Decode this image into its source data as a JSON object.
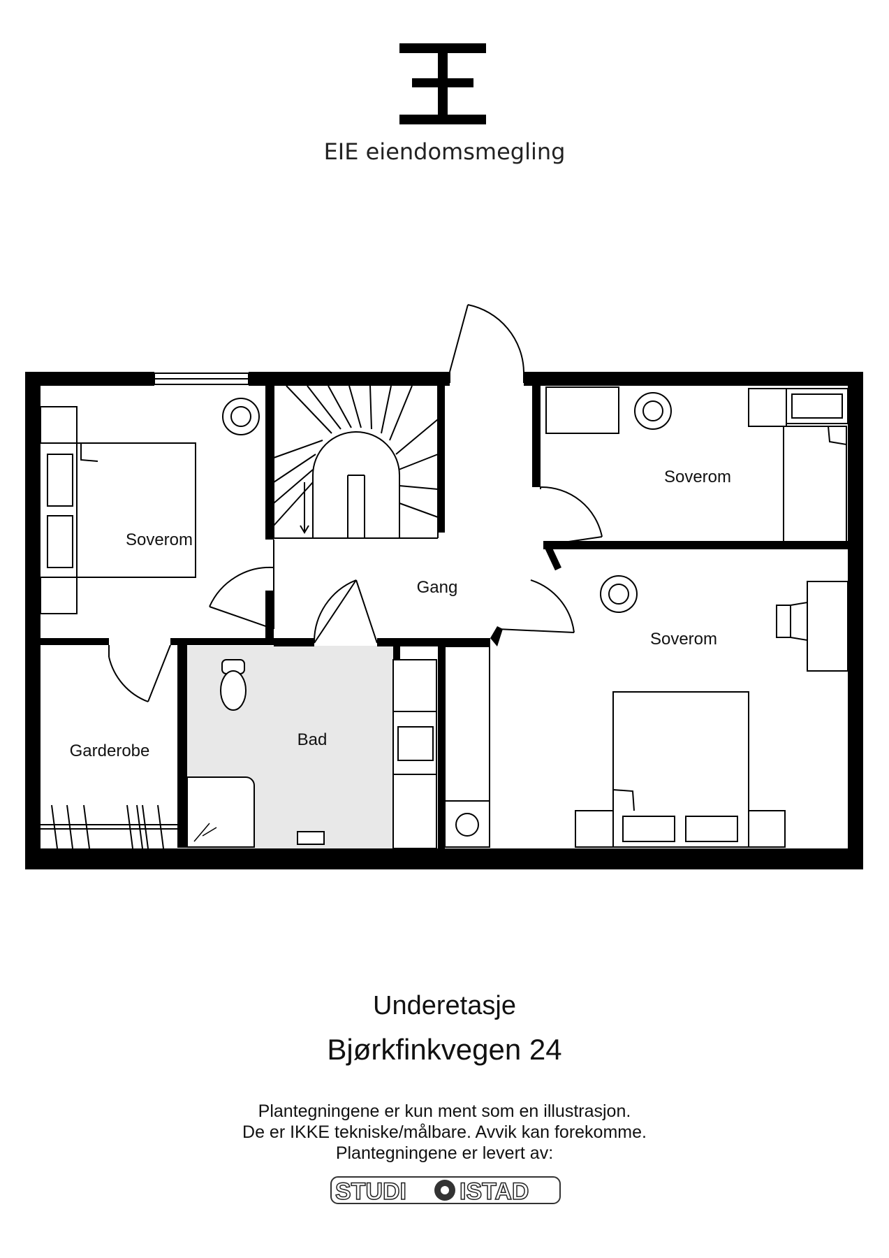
{
  "header": {
    "brand_name": "EIE eiendomsmegling",
    "logo_icon": "eie-logo-mark"
  },
  "rooms": {
    "bedroom_top_left": "Soverom",
    "bedroom_top_right": "Soverom",
    "bedroom_bottom_right": "Soverom",
    "hallway": "Gang",
    "bathroom": "Bad",
    "wardrobe": "Garderobe"
  },
  "footer": {
    "floor_name": "Underetasje",
    "address": "Bjørkfinkvegen 24",
    "disclaimer": [
      "Plantegningene er kun ment som en illustrasjon.",
      "De er IKKE tekniske/målbare. Avvik kan forekomme.",
      "Plantegningene er levert av:"
    ],
    "studio_logo_left": "STUDI",
    "studio_logo_right": "ISTAD"
  },
  "colors": {
    "wall": "#000000",
    "bathroom_floor": "#e8e8e8"
  }
}
